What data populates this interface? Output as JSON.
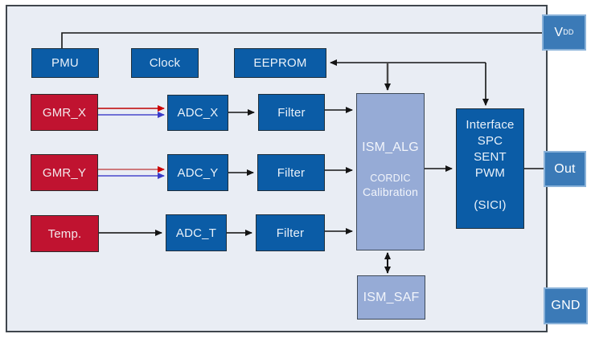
{
  "blocks": {
    "pmu": "PMU",
    "clock": "Clock",
    "eeprom": "EEPROM",
    "gmr_x": "GMR_X",
    "gmr_y": "GMR_Y",
    "temp": "Temp.",
    "adc_x": "ADC_X",
    "adc_y": "ADC_Y",
    "adc_t": "ADC_T",
    "filter_x": "Filter",
    "filter_y": "Filter",
    "filter_t": "Filter",
    "ism_alg": {
      "title": "ISM_ALG",
      "subtitle_line1": "CORDIC",
      "subtitle_line2": "Calibration"
    },
    "ism_saf": "ISM_SAF",
    "interface": {
      "lines": [
        "Interface",
        "SPC",
        "SENT",
        "PWM"
      ],
      "mode": "(SICI)"
    },
    "pins": {
      "vdd_main": "V",
      "vdd_sub": "DD",
      "out": "Out",
      "gnd": "GND"
    }
  },
  "connections": [
    {
      "from": "PMU",
      "to": "VDD",
      "style": "plain"
    },
    {
      "from": "bus",
      "to": "EEPROM",
      "style": "arrow"
    },
    {
      "from": "bus",
      "to": "ISM_ALG",
      "style": "arrow"
    },
    {
      "from": "bus",
      "to": "Interface",
      "style": "arrow"
    },
    {
      "from": "GMR_X",
      "to": "ADC_X",
      "style": "red+blue arrows"
    },
    {
      "from": "GMR_Y",
      "to": "ADC_Y",
      "style": "red+blue arrows"
    },
    {
      "from": "Temp.",
      "to": "ADC_T",
      "style": "arrow"
    },
    {
      "from": "ADC_X",
      "to": "Filter",
      "style": "arrow"
    },
    {
      "from": "ADC_Y",
      "to": "Filter",
      "style": "arrow"
    },
    {
      "from": "ADC_T",
      "to": "Filter",
      "style": "arrow"
    },
    {
      "from": "Filter_X",
      "to": "ISM_ALG",
      "style": "arrow"
    },
    {
      "from": "Filter_Y",
      "to": "ISM_ALG",
      "style": "arrow"
    },
    {
      "from": "Filter_T",
      "to": "ISM_ALG",
      "style": "arrow"
    },
    {
      "from": "ISM_ALG",
      "to": "Interface",
      "style": "arrow"
    },
    {
      "from": "ISM_ALG",
      "to": "ISM_SAF",
      "style": "double-arrow"
    },
    {
      "from": "Interface",
      "to": "Out",
      "style": "plain"
    }
  ],
  "colors": {
    "block_dark_blue": "#0b5ca6",
    "block_red": "#c01330",
    "block_light_blue": "#96abd6",
    "pin_blue": "#3b7ab7",
    "pin_border": "#8ab2d9",
    "chip_background": "#e9edf4",
    "line_black": "#1a1a1a",
    "line_gray": "#4a4a4a",
    "line_red": "#c00000",
    "line_blue": "#4848cc"
  }
}
